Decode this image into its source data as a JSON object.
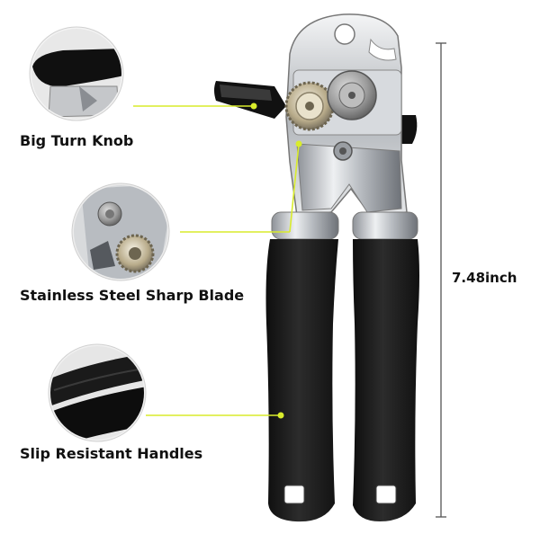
{
  "features": [
    {
      "label": "Big Turn Knob",
      "icon": "turn-knob"
    },
    {
      "label": "Stainless Steel Sharp Blade",
      "icon": "blade-gear"
    },
    {
      "label": "Slip Resistant Handles",
      "icon": "rubber-handle"
    }
  ],
  "measurement": "7.48inch",
  "colors": {
    "callout_line": "#d9ec2c",
    "handle": "#1c1c1c",
    "steel": "#c9ccd0"
  }
}
